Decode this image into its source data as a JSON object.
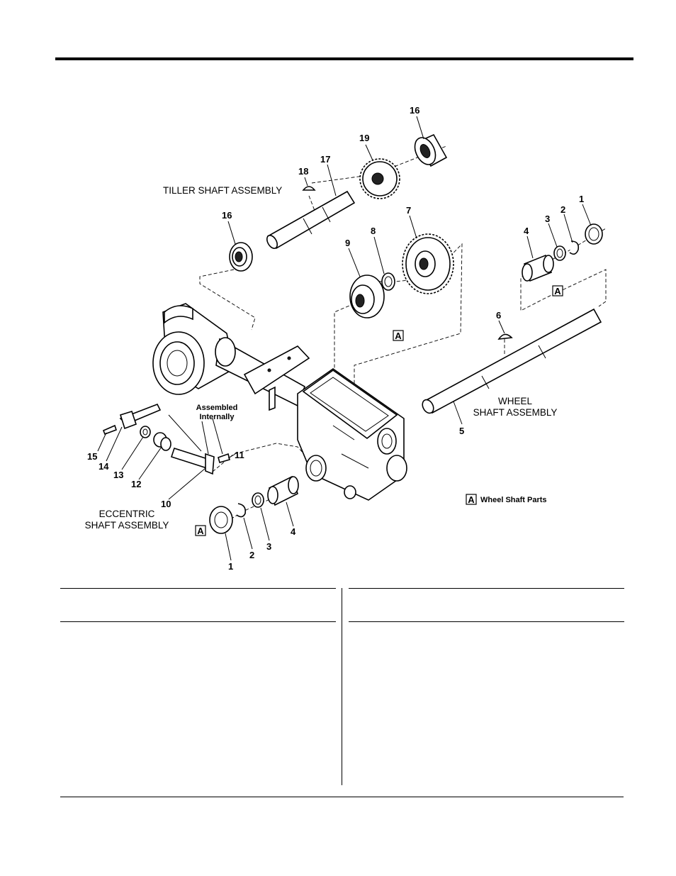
{
  "captions": {
    "tiller": "TILLER SHAFT ASSEMBLY",
    "wheel_line1": "WHEEL",
    "wheel_line2": "SHAFT ASSEMBLY",
    "eccentric_line1": "ECCENTRIC",
    "eccentric_line2": "SHAFT ASSEMBLY",
    "assembled_line1": "Assembled",
    "assembled_line2": "Internally"
  },
  "legend": {
    "marker": "A",
    "text": "Wheel Shaft Parts"
  },
  "callouts": {
    "tiller_bearing_top": "16",
    "tiller_gear": "19",
    "tiller_shaft": "17",
    "tiller_key": "18",
    "tiller_bearing_left": "16",
    "big_gear": "7",
    "washer": "8",
    "hub_gear": "9",
    "right_bushing": "4",
    "right_washer": "3",
    "right_ring": "2",
    "right_seal": "1",
    "wheel_key": "6",
    "wheel_shaft": "5",
    "ecc_screw": "15",
    "ecc_arm": "14",
    "ecc_nut": "13",
    "ecc_seal": "12",
    "ecc_shaft": "10",
    "ecc_pin": "11",
    "left_seal": "1",
    "left_ring": "2",
    "left_washer": "3",
    "left_bushing": "4"
  },
  "a_markers": [
    "A",
    "A",
    "A"
  ]
}
